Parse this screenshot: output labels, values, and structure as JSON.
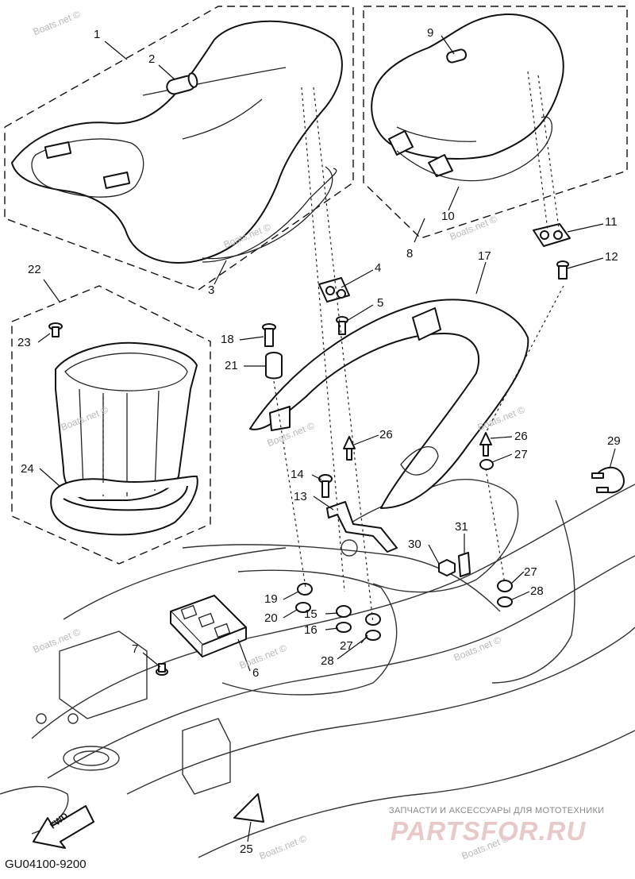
{
  "diagram": {
    "drawing_code": "GU04100-9200",
    "fwd_label": "FWD",
    "watermark_text": "Boats.net ©",
    "brand": {
      "tagline": "ЗАПЧАСТИ И АКСЕССУАРЫ ДЛЯ МОТОТЕХНИКИ",
      "logo": "PARTSFOR.RU"
    },
    "callouts": [
      {
        "id": "c1",
        "text": "1"
      },
      {
        "id": "c2",
        "text": "2"
      },
      {
        "id": "c3",
        "text": "3"
      },
      {
        "id": "c4",
        "text": "4"
      },
      {
        "id": "c5",
        "text": "5"
      },
      {
        "id": "c6",
        "text": "6"
      },
      {
        "id": "c7",
        "text": "7"
      },
      {
        "id": "c8",
        "text": "8"
      },
      {
        "id": "c9",
        "text": "9"
      },
      {
        "id": "c10",
        "text": "10"
      },
      {
        "id": "c11",
        "text": "11"
      },
      {
        "id": "c12",
        "text": "12"
      },
      {
        "id": "c13",
        "text": "13"
      },
      {
        "id": "c14",
        "text": "14"
      },
      {
        "id": "c15",
        "text": "15"
      },
      {
        "id": "c16",
        "text": "16"
      },
      {
        "id": "c17",
        "text": "17"
      },
      {
        "id": "c18",
        "text": "18"
      },
      {
        "id": "c19",
        "text": "19"
      },
      {
        "id": "c20",
        "text": "20"
      },
      {
        "id": "c21",
        "text": "21"
      },
      {
        "id": "c22",
        "text": "22"
      },
      {
        "id": "c23",
        "text": "23"
      },
      {
        "id": "c24",
        "text": "24"
      },
      {
        "id": "c25",
        "text": "25"
      },
      {
        "id": "c26a",
        "text": "26"
      },
      {
        "id": "c26b",
        "text": "26"
      },
      {
        "id": "c27a",
        "text": "27"
      },
      {
        "id": "c27b",
        "text": "27"
      },
      {
        "id": "c27c",
        "text": "27"
      },
      {
        "id": "c28a",
        "text": "28"
      },
      {
        "id": "c28b",
        "text": "28"
      },
      {
        "id": "c29",
        "text": "29"
      },
      {
        "id": "c30",
        "text": "30"
      },
      {
        "id": "c31",
        "text": "31"
      }
    ]
  }
}
